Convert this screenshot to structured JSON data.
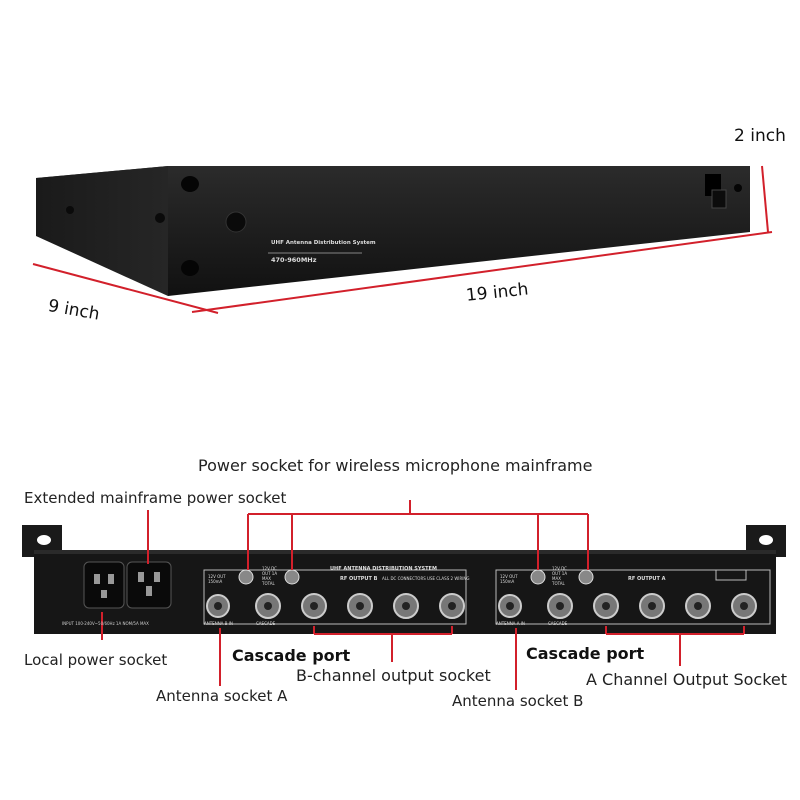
{
  "dimensions": {
    "height": "2 inch",
    "depth": "9 inch",
    "width": "19 inch"
  },
  "front_panel": {
    "label_title": "UHF Antenna Distribution System",
    "label_range": "470-960MHz"
  },
  "rear_panel": {
    "brand_text": "UHF ANTENNA DISTRIBUTION SYSTEM",
    "rf_output_b": "RF OUTPUT B",
    "rf_output_a": "RF OUTPUT A",
    "connectors_note": "ALL DC CONNECTORS USE CLASS 2 WIRING",
    "out_spec_left": "12V OUT 150mA",
    "out_spec_right": "12V OUT 150mA",
    "dc_spec_b": "12V DC OUT 1A MAX TOTAL",
    "dc_spec_a": "12V DC OUT 1A MAX TOTAL",
    "antenna_b_in": "ANTENNA B IN",
    "antenna_a_in": "ANTENNA A IN",
    "cascade_left": "CASCADE",
    "cascade_right": "CASCADE",
    "input_rating": "INPUT 100-240V~50/60Hz 1A NOM/5A MAX"
  },
  "callouts": {
    "power_mainframe": "Power socket for wireless microphone mainframe",
    "extended_power": "Extended mainframe power socket",
    "local_power": "Local power socket",
    "cascade_port_1": "Cascade port",
    "cascade_port_2": "Cascade port",
    "b_channel": "B-channel output socket",
    "a_channel": "A Channel Output Socket",
    "antenna_a": "Antenna socket A",
    "antenna_b": "Antenna socket B"
  },
  "colors": {
    "dimension_line": "#d2202b",
    "device": "#151515",
    "callout": "#d2202b"
  }
}
